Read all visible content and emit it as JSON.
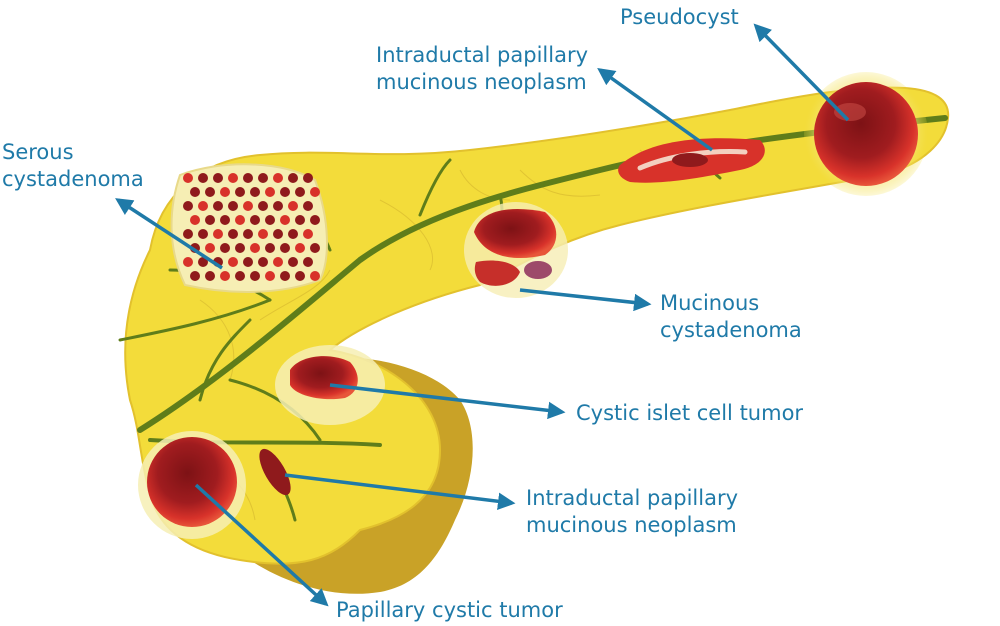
{
  "labels": {
    "pseudocyst": "Pseudocyst",
    "ipmn_top_line1": "Intraductal papillary",
    "ipmn_top_line2": "mucinous neoplasm",
    "serous_line1": "Serous",
    "serous_line2": "cystadenoma",
    "mucinous_line1": "Mucinous",
    "mucinous_line2": "cystadenoma",
    "islet": "Cystic islet cell tumor",
    "ipmn_bottom_line1": "Intraductal papillary",
    "ipmn_bottom_line2": "mucinous neoplasm",
    "papillary": "Papillary cystic tumor"
  },
  "colors": {
    "label_text": "#1f7aa8",
    "arrow": "#1f7aa8",
    "pancreas_fill": "#f3dc3a",
    "pancreas_shadow": "#c9a227",
    "duct": "#5f7d1a",
    "cyst_red": "#d8322a",
    "cyst_dark": "#8f1a1c",
    "halo": "#f6eeb4"
  }
}
